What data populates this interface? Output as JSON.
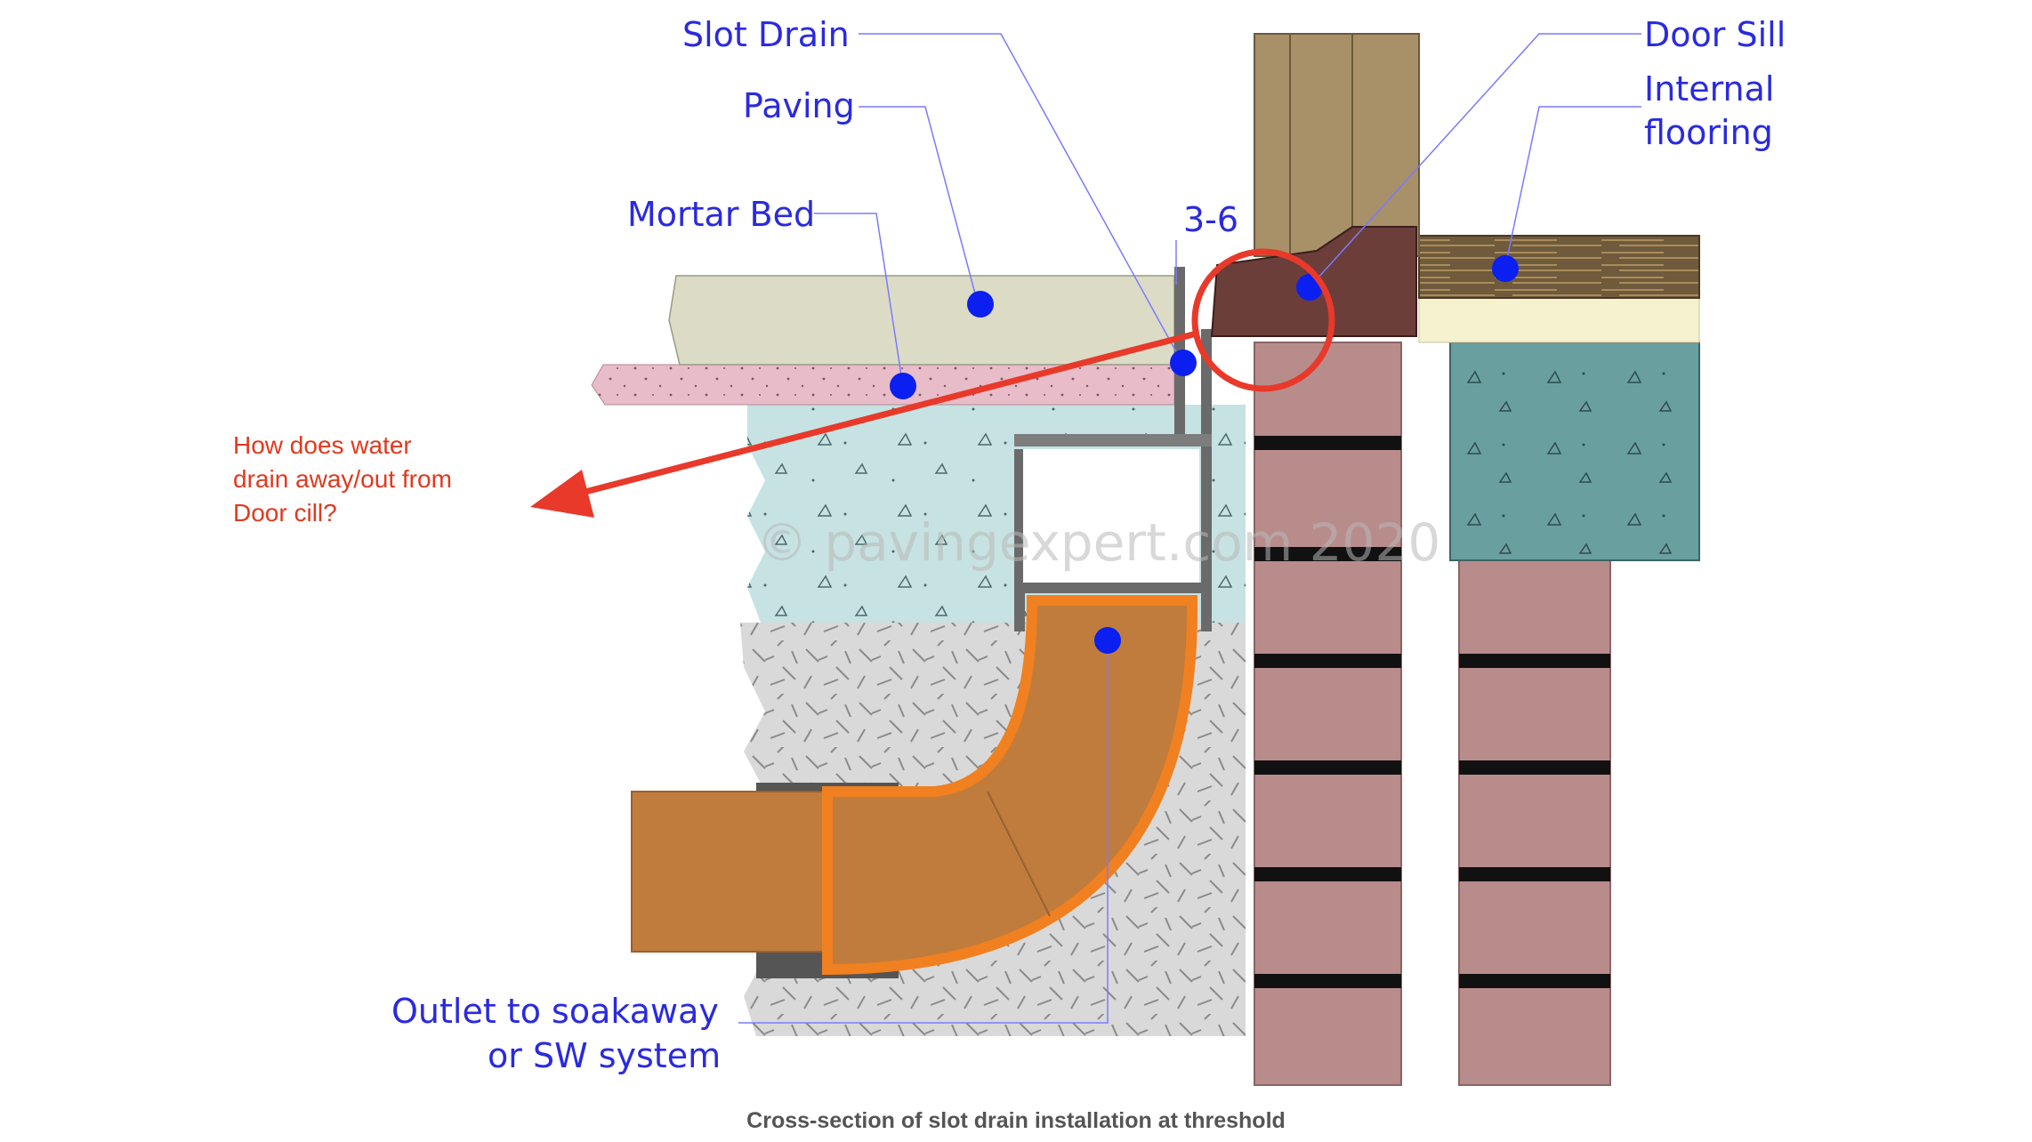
{
  "diagram": {
    "labels": {
      "slot_drain": "Slot Drain",
      "paving": "Paving",
      "mortar_bed": "Mortar Bed",
      "dimension": "3-6",
      "door_sill": "Door Sill",
      "internal_flooring_1": "Internal",
      "internal_flooring_2": "flooring",
      "outlet_1": "Outlet to soakaway",
      "outlet_2": "or SW system"
    },
    "question": {
      "line1": "How does water",
      "line2": "drain away/out from",
      "line3": "Door cill?"
    },
    "watermark": "© pavingexpert.com 2020",
    "caption": "Cross-section of slot drain installation at threshold",
    "colors": {
      "label_blue": "#2a2ae0",
      "marker_blue": "#0b1ff0",
      "annotation_red": "#e8392a",
      "door_frame": "#a89068",
      "sill": "#6b3e3a",
      "flooring": "#6f5a3c",
      "paving": "#dcdbc6",
      "mortar": "#e8bcc8",
      "concrete": "#c7e2e2",
      "sub_base": "#d9d9d9",
      "pipe": "#c07c3c",
      "pipe_edge": "#f08020",
      "brick": "#b98c8c",
      "screed": "#f6f2cf",
      "internal_slab": "#6a9fa0"
    }
  }
}
